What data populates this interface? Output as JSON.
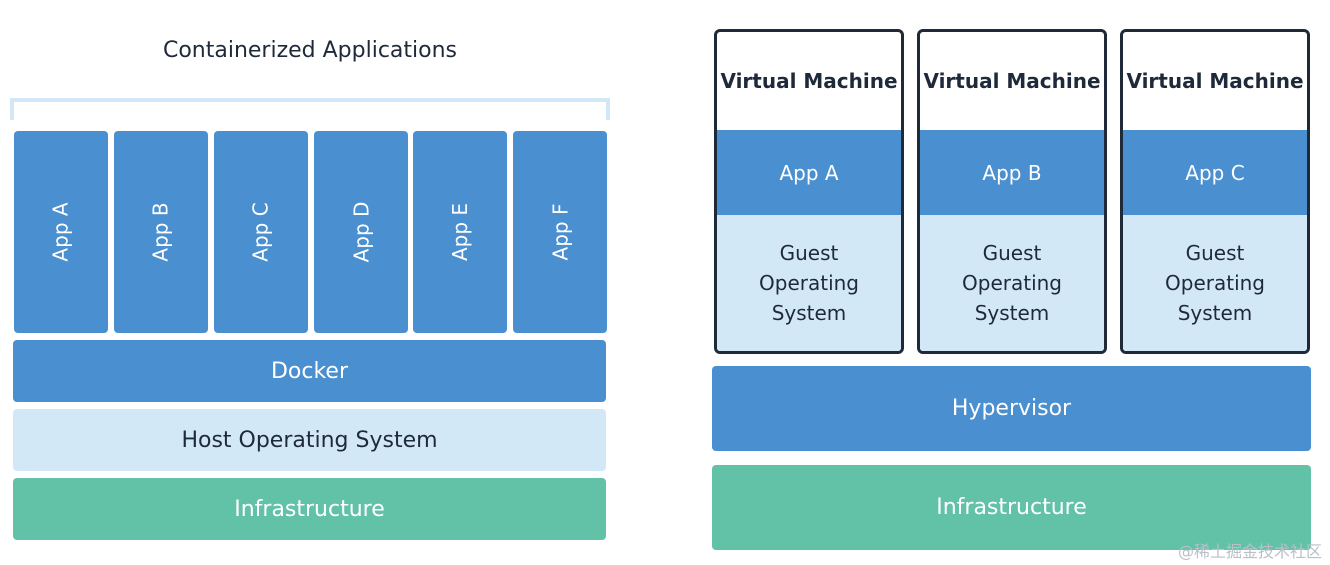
{
  "left": {
    "title": "Containerized Applications",
    "apps": [
      "App A",
      "App B",
      "App C",
      "App D",
      "App E",
      "App F"
    ],
    "docker": "Docker",
    "host_os": "Host Operating System",
    "infrastructure": "Infrastructure"
  },
  "right": {
    "vms": [
      {
        "title": "Virtual Machine",
        "app": "App A",
        "guest_os": "Guest Operating System"
      },
      {
        "title": "Virtual Machine",
        "app": "App B",
        "guest_os": "Guest Operating System"
      },
      {
        "title": "Virtual Machine",
        "app": "App C",
        "guest_os": "Guest Operating System"
      }
    ],
    "hypervisor": "Hypervisor",
    "infrastructure": "Infrastructure"
  },
  "watermark": "@稀土掘金技术社区",
  "colors": {
    "app_blue": "#4a8fcf",
    "light_blue": "#d3e8f7",
    "infra_green": "#62c2a8",
    "vm_border": "#1f2a38"
  }
}
